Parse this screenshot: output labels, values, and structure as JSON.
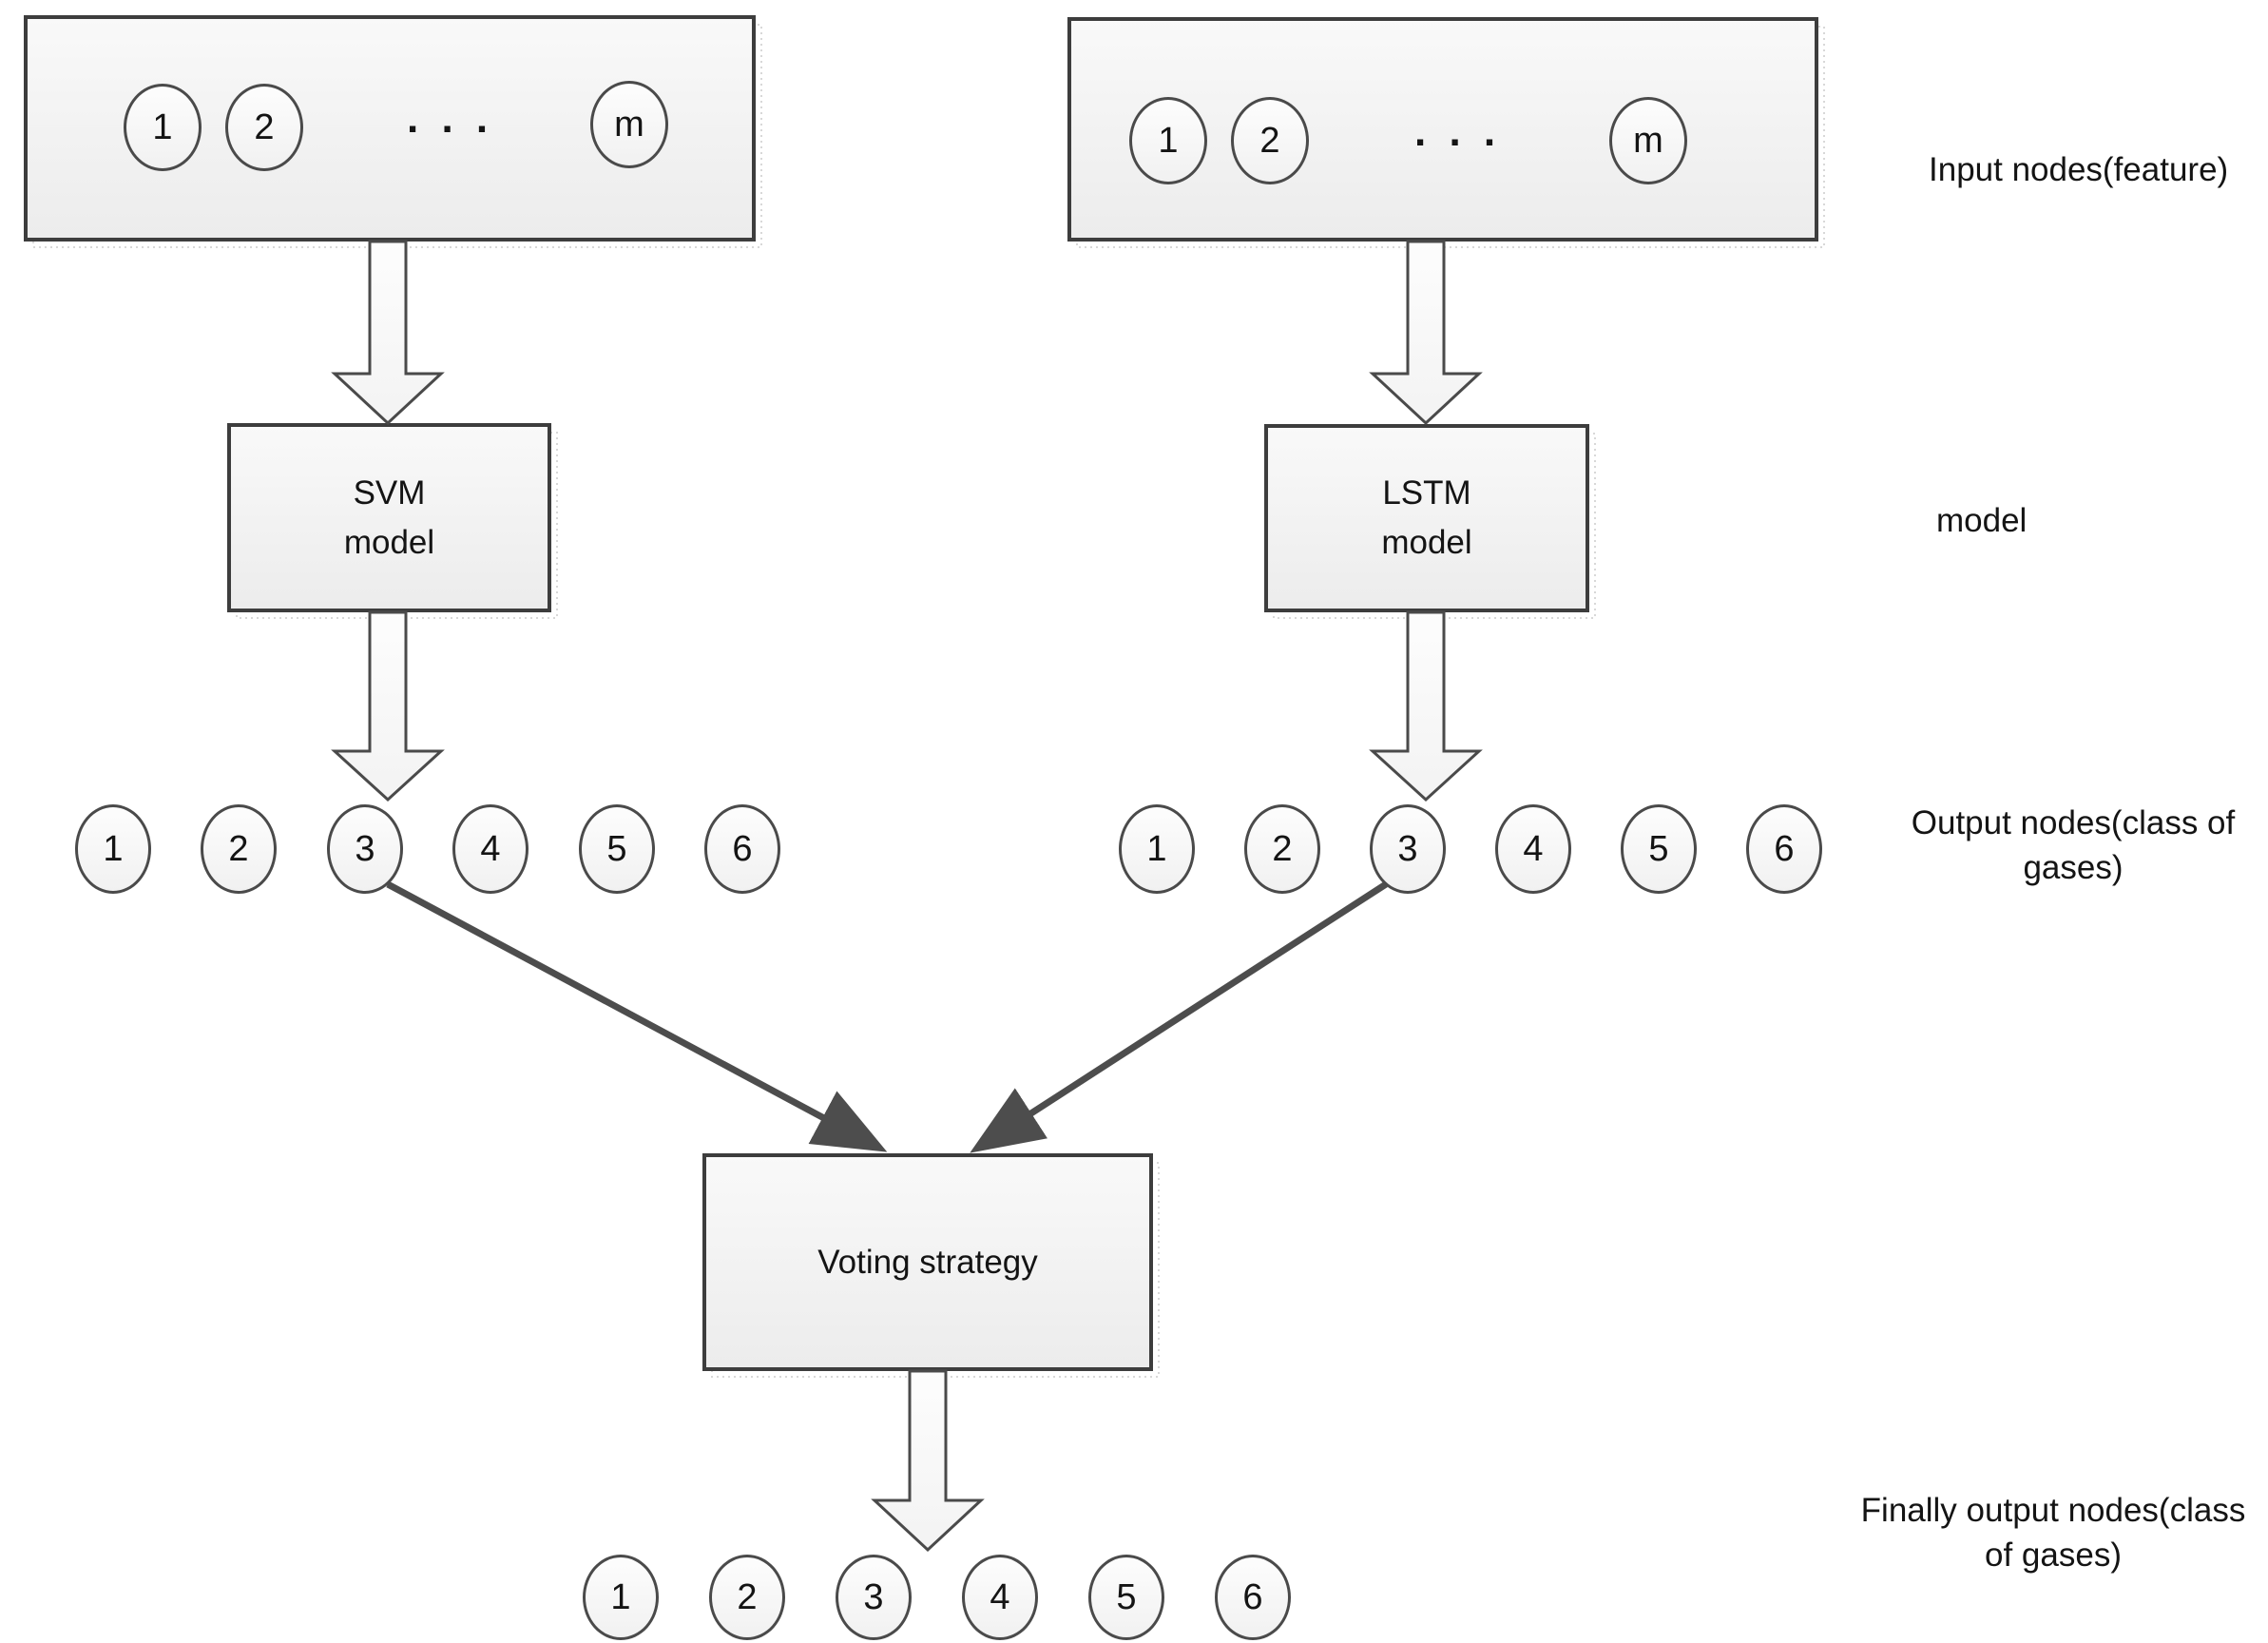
{
  "input_box_left": {
    "node1": "1",
    "node2": "2",
    "node_last": "m",
    "dots": ". . ."
  },
  "input_box_right": {
    "node1": "1",
    "node2": "2",
    "node_last": "m",
    "dots": ". . ."
  },
  "model_boxes": {
    "svm_line1": "SVM",
    "svm_line2": "model",
    "lstm_line1": "LSTM",
    "lstm_line2": "model"
  },
  "voting_box": {
    "label": "Voting strategy"
  },
  "side_labels": {
    "input": "Input nodes(feature)",
    "model": "model",
    "output_line1": "Output nodes(class of",
    "output_line2": "gases)",
    "final_line1": "Finally output nodes(class",
    "final_line2": "of gases)"
  },
  "output_row_left": [
    "1",
    "2",
    "3",
    "4",
    "5",
    "6"
  ],
  "output_row_right": [
    "1",
    "2",
    "3",
    "4",
    "5",
    "6"
  ],
  "final_row": [
    "1",
    "2",
    "3",
    "4",
    "5",
    "6"
  ],
  "colors": {
    "box_border": "#3d3d3d",
    "node_border": "#4a4a4a",
    "connector": "#4d4d4d",
    "box_fill_top": "#f9f9f9",
    "box_fill_bottom": "#ececec"
  }
}
